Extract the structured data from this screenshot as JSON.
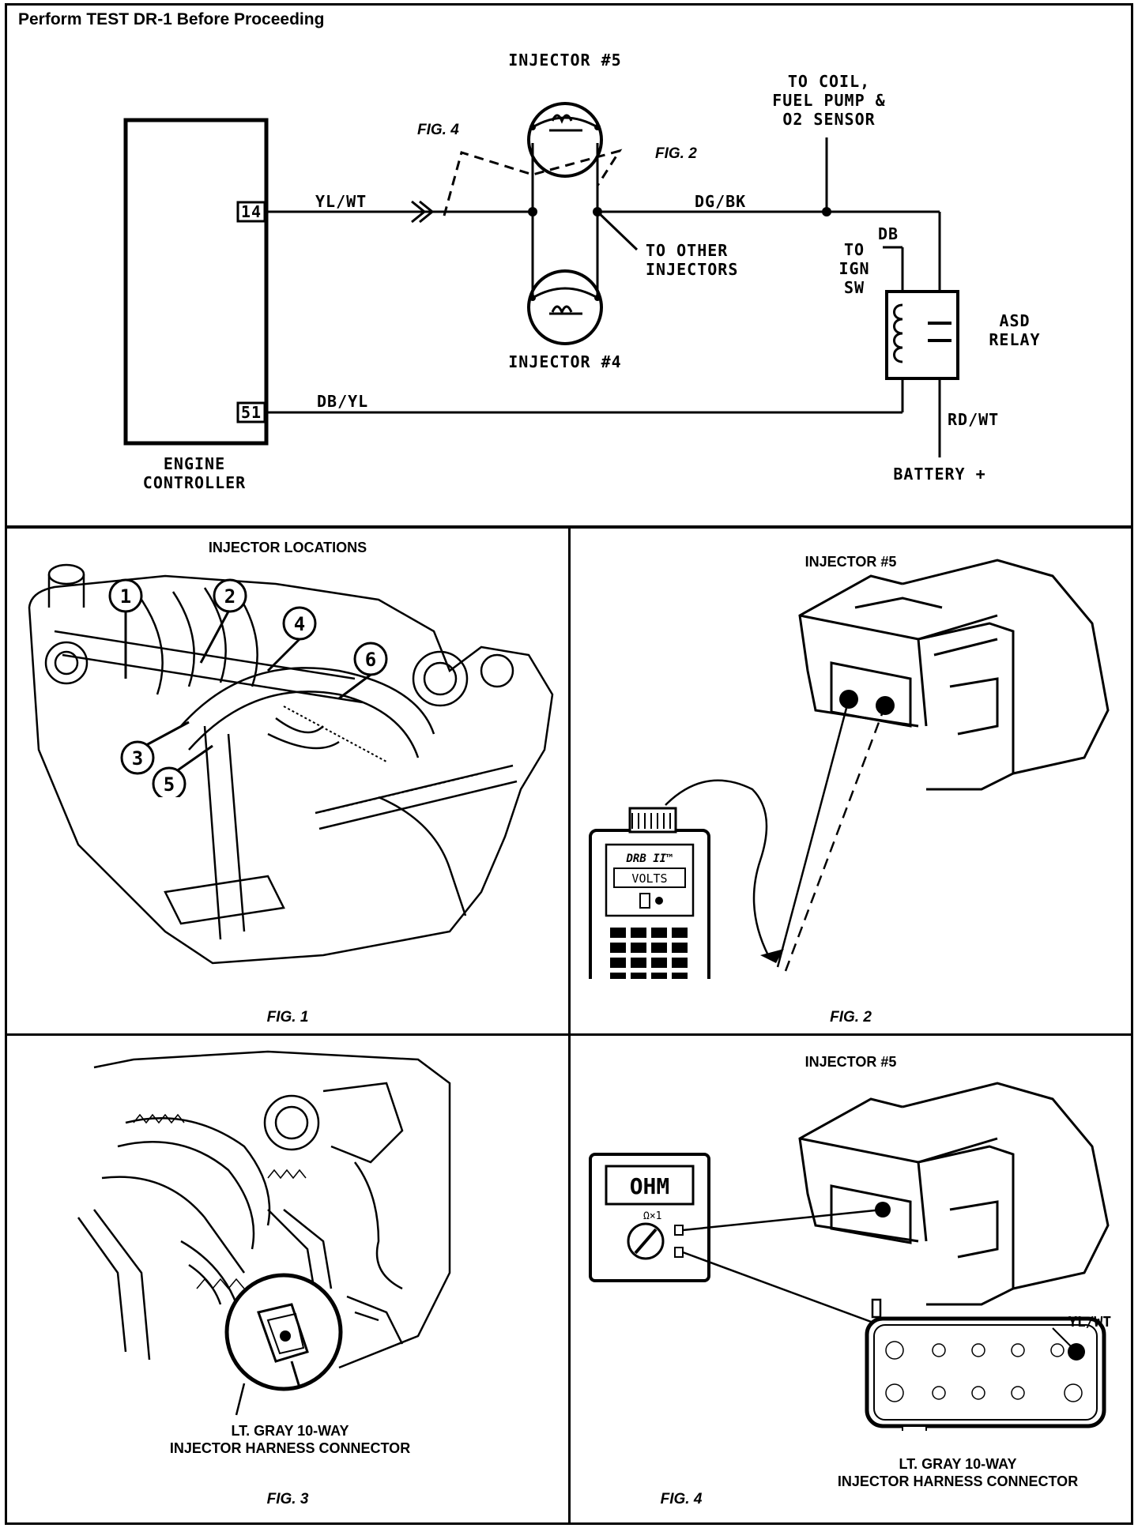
{
  "header": {
    "title": "Perform TEST DR-1 Before Proceeding"
  },
  "schematic": {
    "injector5": "INJECTOR #5",
    "injector4": "INJECTOR #4",
    "to_coil_1": "TO COIL,",
    "to_coil_2": "FUEL PUMP &",
    "to_coil_3": "O2 SENSOR",
    "fig4_ref": "FIG. 4",
    "fig2_ref": "FIG. 2",
    "pin14": "14",
    "pin51": "51",
    "wire_ylwt": "YL/WT",
    "wire_dgbk": "DG/BK",
    "wire_dbyl": "DB/YL",
    "wire_db": "DB",
    "wire_rdwt": "RD/WT",
    "to_other_1": "TO OTHER",
    "to_other_2": "INJECTORS",
    "to_ign_1": "TO",
    "to_ign_2": "IGN",
    "to_ign_3": "SW",
    "asd_1": "ASD",
    "asd_2": "RELAY",
    "battery": "BATTERY +",
    "ecu_1": "ENGINE",
    "ecu_2": "CONTROLLER"
  },
  "fig1": {
    "title": "INJECTOR LOCATIONS",
    "caption": "FIG. 1",
    "callouts": [
      "1",
      "2",
      "3",
      "4",
      "5",
      "6"
    ]
  },
  "fig2": {
    "title": "INJECTOR #5",
    "caption": "FIG. 2",
    "tester_brand": "DRB II™",
    "tester_display": "VOLTS"
  },
  "fig3": {
    "caption_1": "LT. GRAY 10-WAY",
    "caption_2": "INJECTOR HARNESS CONNECTOR",
    "caption": "FIG. 3"
  },
  "fig4": {
    "title": "INJECTOR #5",
    "caption": "FIG. 4",
    "meter_display": "OHM",
    "range": "Ω×1",
    "wire": "YL/WT",
    "caption_1": "LT. GRAY 10-WAY",
    "caption_2": "INJECTOR HARNESS CONNECTOR"
  }
}
